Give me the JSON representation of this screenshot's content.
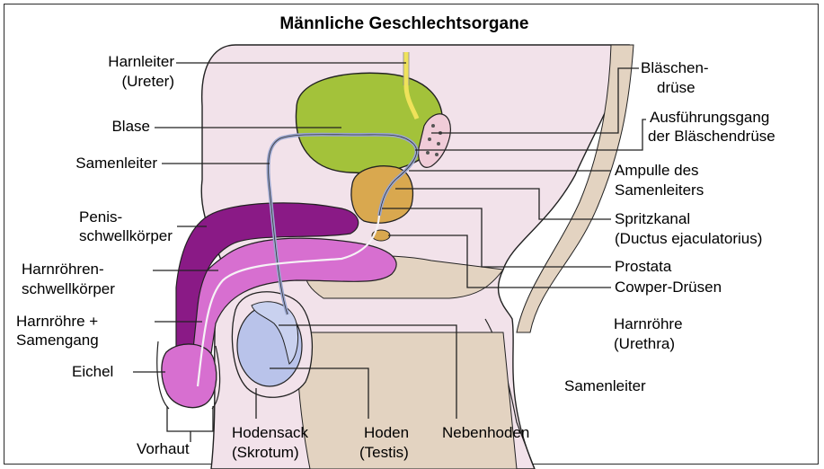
{
  "title": "Männliche Geschlechtsorgane",
  "labels": {
    "harnleiter": "Harnleiter",
    "ureter": "(Ureter)",
    "blase": "Blase",
    "samenleiter_left": "Samenleiter",
    "penis_1": "Penis-",
    "penis_2": "schwellkörper",
    "harnroehren_1": "Harnröhren-",
    "harnroehren_2": "schwellkörper",
    "harnroehre_1": "Harnröhre +",
    "harnroehre_2": "Samengang",
    "eichel": "Eichel",
    "vorhaut": "Vorhaut",
    "hodensack_1": "Hodensack",
    "hodensack_2": "(Skrotum)",
    "hoden_1": "Hoden",
    "hoden_2": "(Testis)",
    "nebenhoden": "Nebenhoden",
    "blaeschen_1": "Bläschen-",
    "blaeschen_2": "drüse",
    "ausf_1": "Ausführungsgang",
    "ausf_2": "der Bläschendrüse",
    "ampulle_1": "Ampulle des",
    "ampulle_2": "Samenleiters",
    "spritz_1": "Spritzkanal",
    "spritz_2": "(Ductus ejaculatorius)",
    "prostata": "Prostata",
    "cowper": "Cowper-Drüsen",
    "urethra_1": "Harnröhre",
    "urethra_2": "(Urethra)",
    "samenleiter_right": "Samenleiter"
  },
  "colors": {
    "skin": "#f2e2ea",
    "bone": "#e3d3c1",
    "bladder": "#a3c23a",
    "prostate": "#d9a84f",
    "corpus_cavernosum": "#8a1a86",
    "spongiosum": "#d76fd0",
    "testis": "#b9c3ea",
    "ureter": "#efe25a",
    "outline": "#222222"
  }
}
